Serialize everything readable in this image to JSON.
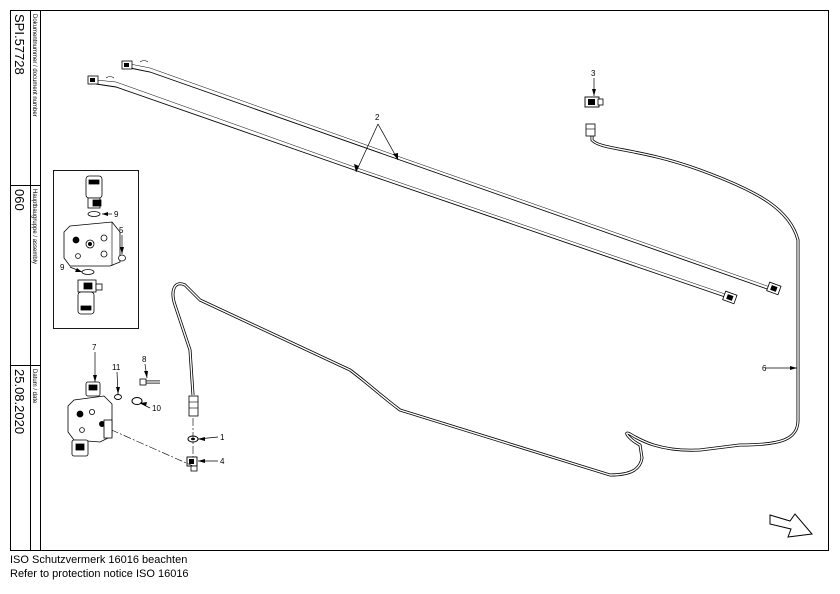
{
  "sidebar": {
    "doc_caption": "Dokumentnummer / document number",
    "doc_number": "SPI.57728",
    "assembly_caption": "Hauptbaugruppe / assembly",
    "assembly_number": "060",
    "date_caption": "Datum / date",
    "date": "25.08.2020"
  },
  "callouts": [
    "1",
    "2",
    "3",
    "4",
    "5",
    "6",
    "7",
    "8",
    "9",
    "9",
    "10",
    "11"
  ],
  "footer": {
    "line1": "ISO Schutzvermerk 16016 beachten",
    "line2": "Refer to protection notice ISO 16016"
  }
}
